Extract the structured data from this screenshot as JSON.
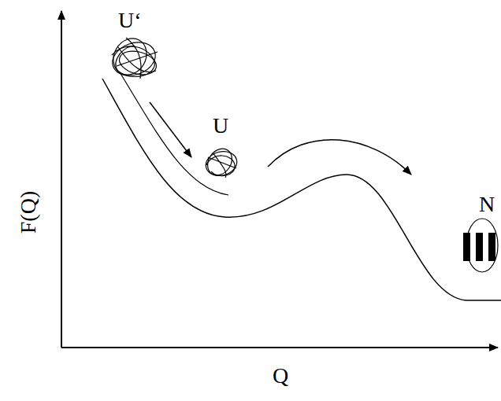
{
  "diagram": {
    "labels": [
      "U‘",
      "U",
      "N",
      "F(Q)",
      "Q"
    ]
  }
}
